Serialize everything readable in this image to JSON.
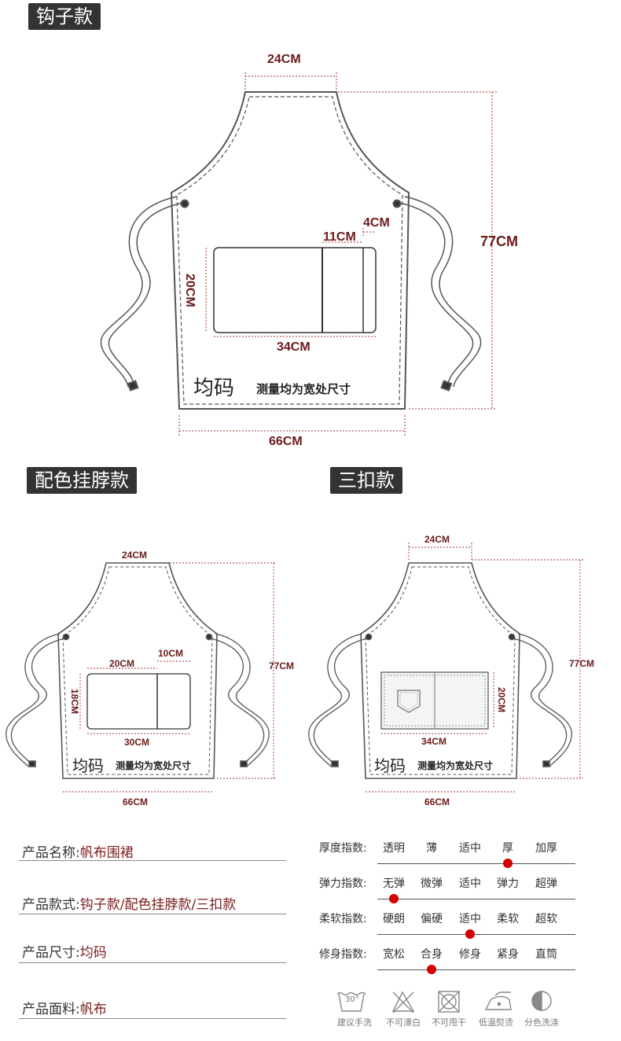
{
  "styles": {
    "hook": "钩子款",
    "neck": "配色挂脖款",
    "three": "三扣款"
  },
  "hook_diagram": {
    "top_width": "24CM",
    "height": "77CM",
    "pocket_small": "4CM",
    "pocket_mid": "11CM",
    "pocket_height": "20CM",
    "pocket_width": "34CM",
    "bottom_width": "66CM",
    "size": "均码",
    "note": "测量均为宽处尺寸"
  },
  "neck_diagram": {
    "top_width": "24CM",
    "height": "77CM",
    "pocket_a": "20CM",
    "pocket_b": "10CM",
    "pocket_height": "18CM",
    "pocket_width": "30CM",
    "bottom_width": "66CM",
    "size": "均码",
    "note": "测量均为宽处尺寸"
  },
  "three_diagram": {
    "top_width": "24CM",
    "height": "77CM",
    "pocket_height": "20CM",
    "pocket_width": "34CM",
    "bottom_width": "66CM",
    "size": "均码",
    "note": "测量均为宽处尺寸"
  },
  "product": {
    "name_label": "产品名称:",
    "name_value": "帆布围裙",
    "style_label": "产品款式:",
    "style_value": "钩子款/配色挂脖款/三扣款",
    "size_label": "产品尺寸:",
    "size_value": "均码",
    "material_label": "产品面料:",
    "material_value": "帆布"
  },
  "indices": [
    {
      "label": "厚度指数:",
      "options": [
        "透明",
        "薄",
        "适中",
        "厚",
        "加厚"
      ],
      "selected": 3
    },
    {
      "label": "弹力指数:",
      "options": [
        "无弹",
        "微弹",
        "适中",
        "弹力",
        "超弹"
      ],
      "selected": 0
    },
    {
      "label": "柔软指数:",
      "options": [
        "硬朗",
        "偏硬",
        "适中",
        "柔软",
        "超软"
      ],
      "selected": 2
    },
    {
      "label": "修身指数:",
      "options": [
        "宽松",
        "合身",
        "修身",
        "紧身",
        "直筒"
      ],
      "selected": 1
    }
  ],
  "care": {
    "wash_temp": "30°",
    "items": [
      "建议手洗",
      "不可漂白",
      "不可甩干",
      "低温熨烫",
      "分色洗涤"
    ]
  },
  "colors": {
    "accent": "#6b1a1a",
    "dot": "#d40000",
    "tag_bg": "#333333"
  }
}
